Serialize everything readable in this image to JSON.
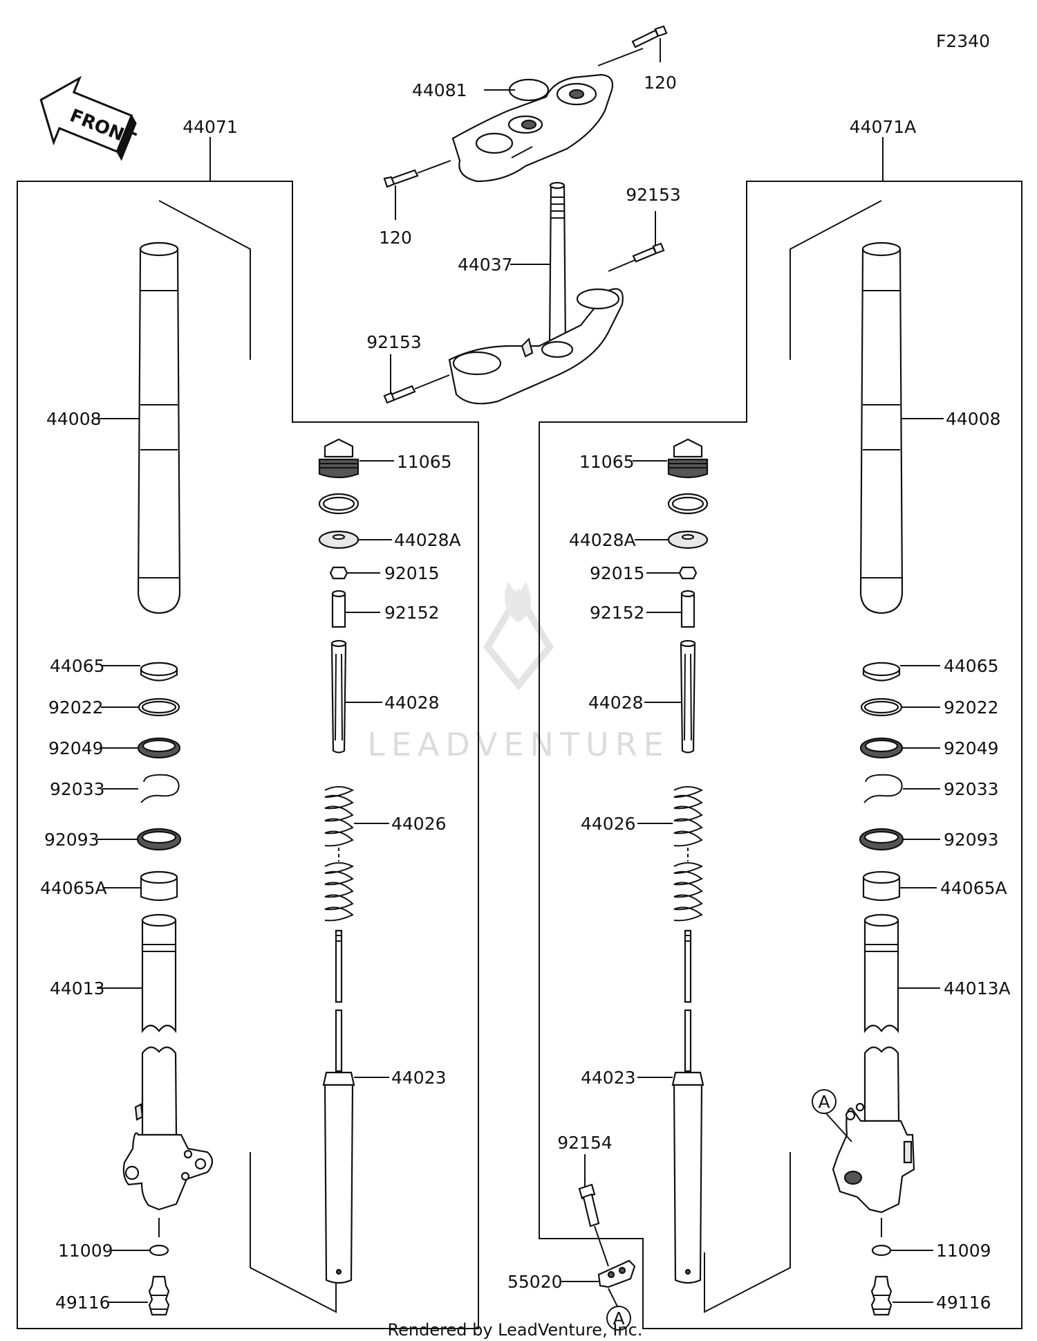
{
  "diagram_code": "F2340",
  "front_label": "FRONT",
  "footer": "Rendered by LeadVenture, Inc.",
  "watermark": "LEADVENTURE",
  "ref_marker": "A",
  "labels": {
    "p44081": "44081",
    "p120a": "120",
    "p120b": "120",
    "p92153a": "92153",
    "p92153b": "92153",
    "p44037": "44037",
    "p44071": "44071",
    "p44071A": "44071A",
    "L44008": "44008",
    "L44065": "44065",
    "L92022": "92022",
    "L92049": "92049",
    "L92033": "92033",
    "L92093": "92093",
    "L44065A": "44065A",
    "L44013": "44013",
    "L11009": "11009",
    "L49116": "49116",
    "L11065": "11065",
    "L44028A": "44028A",
    "L92015": "92015",
    "L92152": "92152",
    "L44028": "44028",
    "L44026": "44026",
    "L44023": "44023",
    "R11065": "11065",
    "R44028A": "44028A",
    "R92015": "92015",
    "R92152": "92152",
    "R44028": "44028",
    "R44026": "44026",
    "R44023": "44023",
    "R92154": "92154",
    "R55020": "55020",
    "R44008": "44008",
    "R44065": "44065",
    "R92022": "92022",
    "R92049": "92049",
    "R92033": "92033",
    "R92093": "92093",
    "R44065A": "44065A",
    "R44013A": "44013A",
    "R11009": "11009",
    "R49116": "49116"
  }
}
